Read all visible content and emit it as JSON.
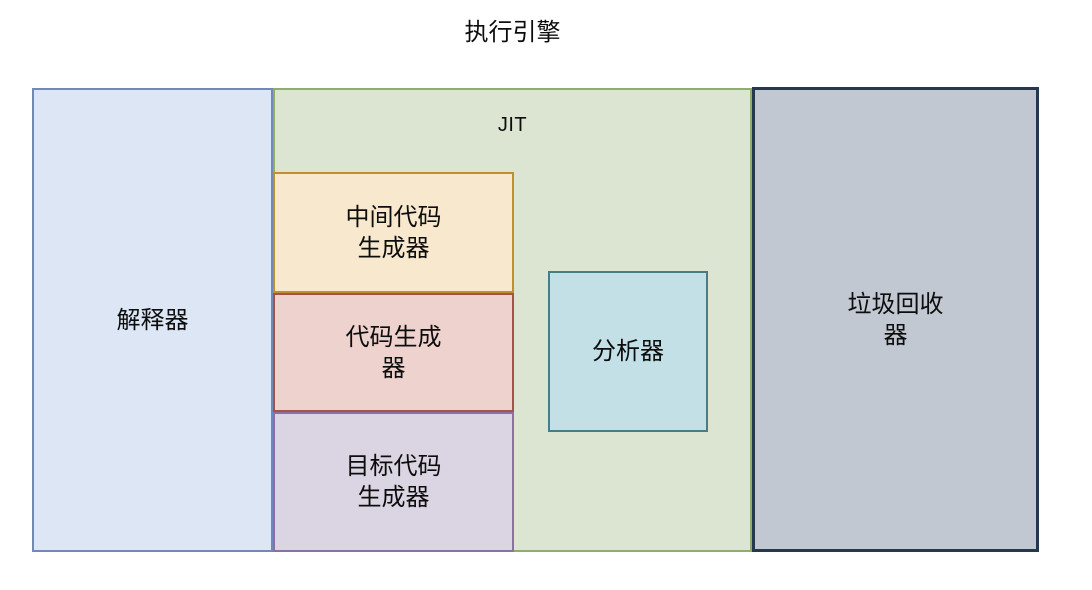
{
  "title": "执行引擎",
  "boxes": {
    "interpreter": {
      "label": "解释器",
      "fill": "#dce6f5",
      "border": "#7289b8"
    },
    "jit": {
      "label": "JIT",
      "fill": "#dbe5d1",
      "border": "#8fad6d"
    },
    "intermediate_code_generator": {
      "line1": "中间代码",
      "line2": "生成器",
      "fill": "#f8e8cd",
      "border": "#c0902f"
    },
    "code_generator": {
      "line1": "代码生成",
      "line2": "器",
      "fill": "#eed2ce",
      "border": "#a5534a"
    },
    "target_code_generator": {
      "line1": "目标代码",
      "line2": "生成器",
      "fill": "#dbd5e3",
      "border": "#8a70a3"
    },
    "analyzer": {
      "label": "分析器",
      "fill": "#c3e0e7",
      "border": "#477d86"
    },
    "garbage_collector": {
      "line1": "垃圾回收",
      "line2": "器",
      "fill": "#c1c8d2",
      "border": "#263850"
    }
  }
}
